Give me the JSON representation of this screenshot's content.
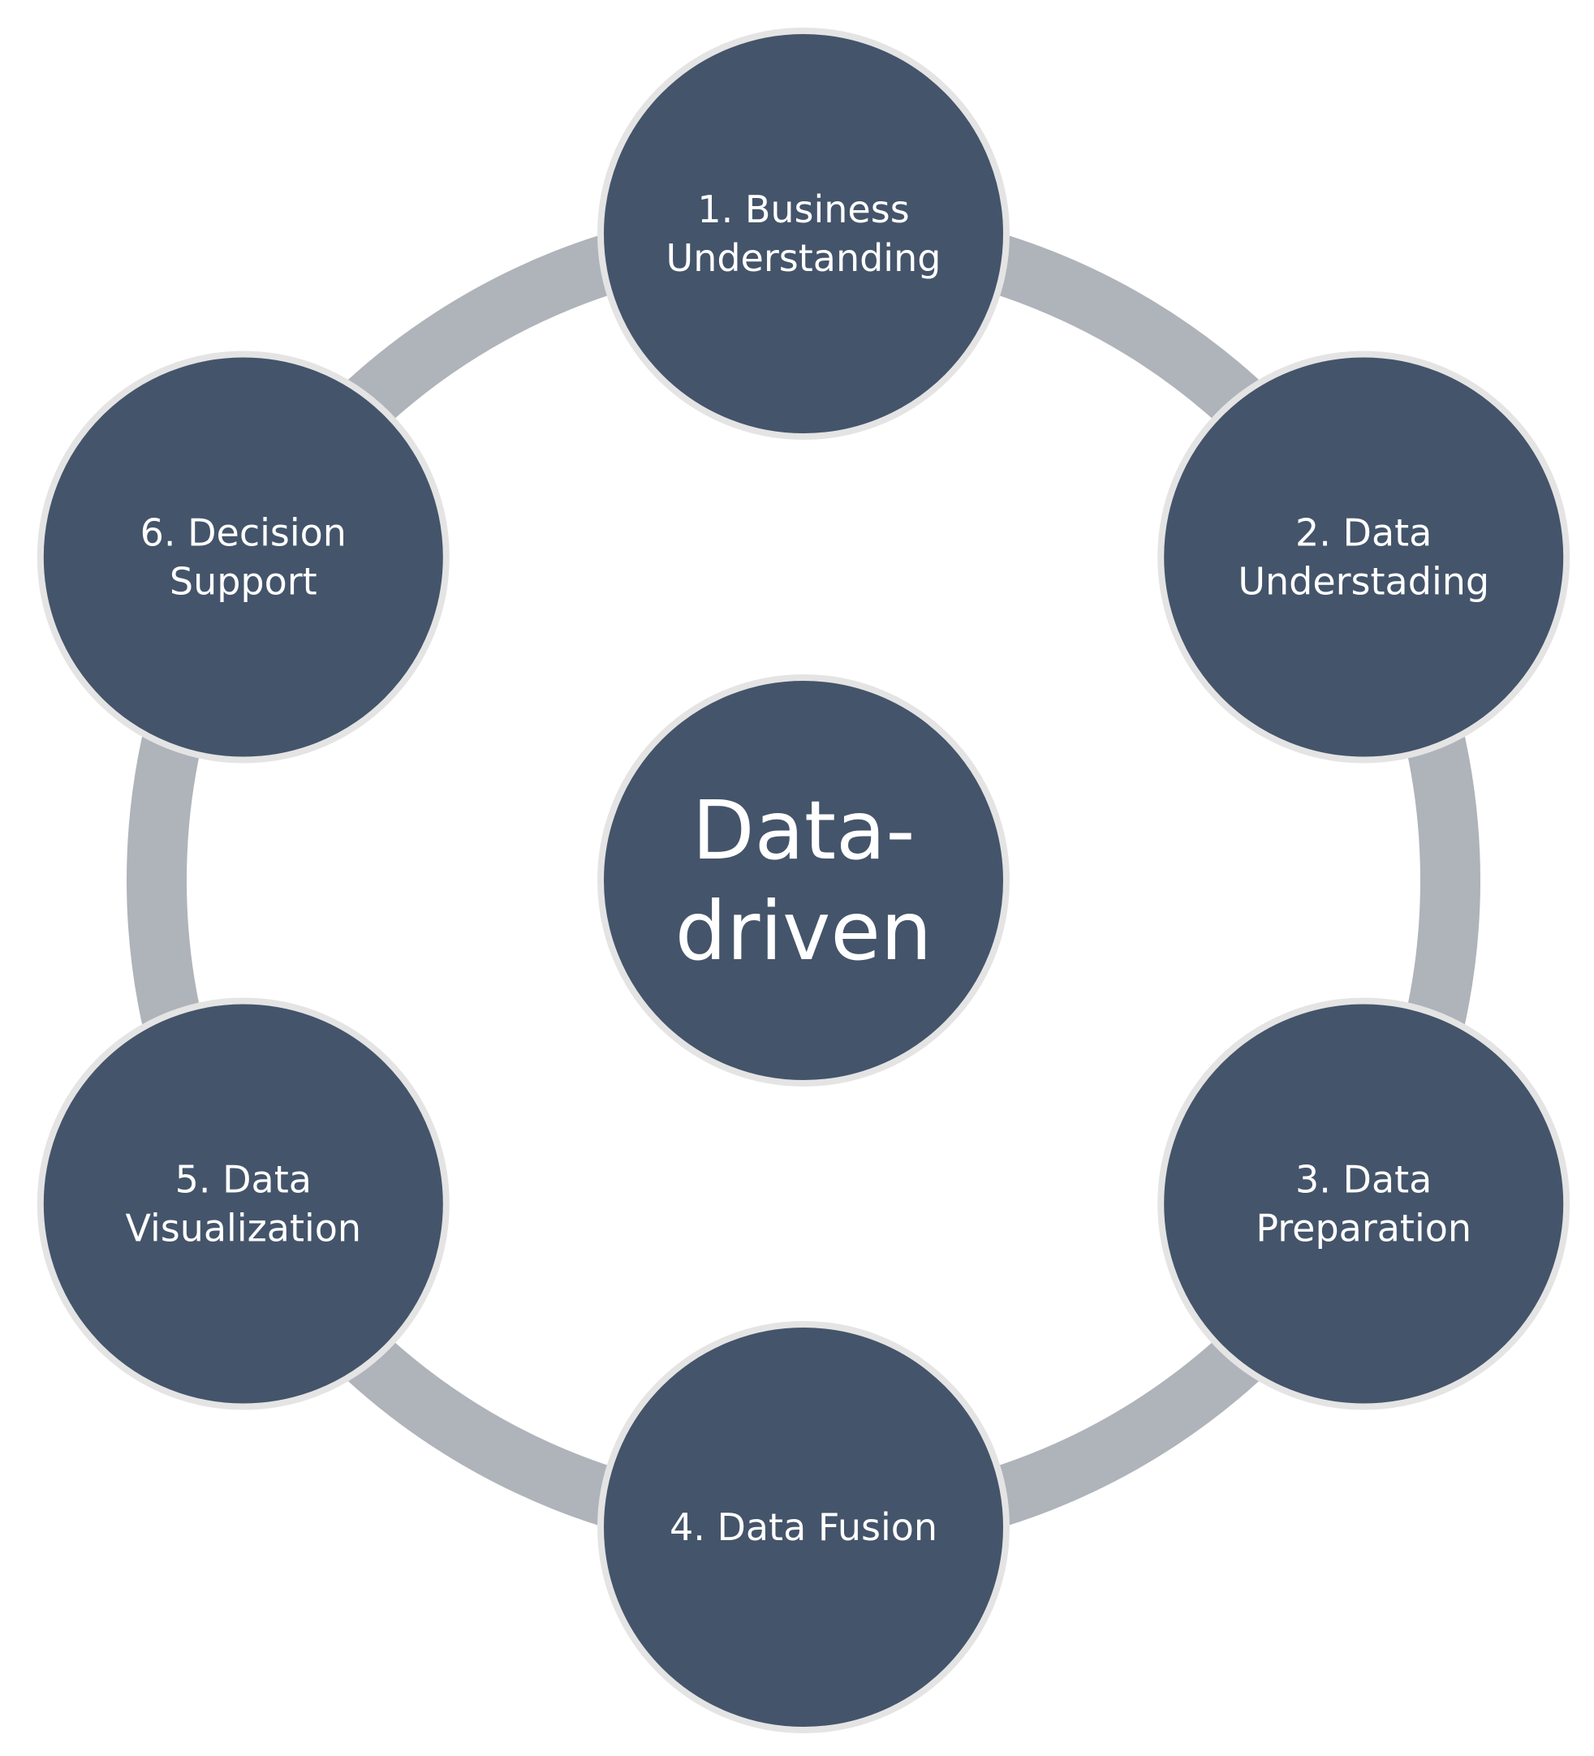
{
  "center": {
    "lines": [
      "Data-",
      "driven"
    ]
  },
  "steps": [
    {
      "lines": [
        "1. Business",
        "Understanding"
      ]
    },
    {
      "lines": [
        "2. Data",
        "Understading"
      ]
    },
    {
      "lines": [
        "3. Data",
        "Preparation"
      ]
    },
    {
      "lines": [
        "4. Data Fusion"
      ]
    },
    {
      "lines": [
        "5. Data",
        "Visualization"
      ]
    },
    {
      "lines": [
        "6. Decision",
        "Support"
      ]
    }
  ],
  "colors": {
    "node_fill": "#44546a",
    "node_border": "#e4e4e4",
    "ring": "#afb3ba",
    "text": "#ffffff"
  }
}
